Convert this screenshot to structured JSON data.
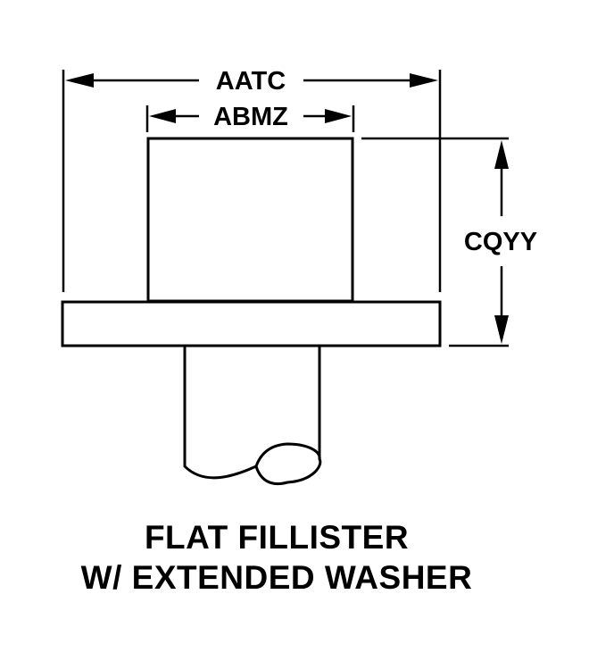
{
  "dimensions": {
    "overall_width_label": "AATC",
    "head_width_label": "ABMZ",
    "height_label": "CQYY"
  },
  "caption": {
    "line1": "FLAT FILLISTER",
    "line2": "W/ EXTENDED WASHER"
  }
}
